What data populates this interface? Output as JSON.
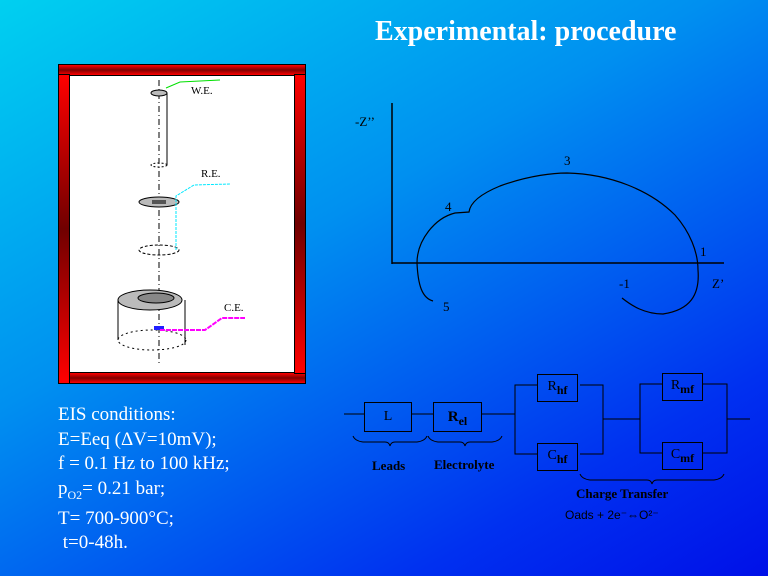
{
  "title": "Experimental: procedure",
  "cell": {
    "we": "W.E.",
    "re": "R.E.",
    "ce": "C.E."
  },
  "conditions": [
    "EIS conditions:",
    "E=Eeq (ΔV=10mV);",
    "f = 0.1 Hz to 100 kHz;",
    "p",
    "O2",
    "= 0.21 bar;",
    "T= 700-900°C;",
    " t=0-48h."
  ],
  "nyquist": {
    "ylabel": "-Z’’",
    "xlabel": "Z’",
    "points": [
      "1",
      "-1",
      "3",
      "4",
      "5"
    ]
  },
  "circuit": {
    "L": "L",
    "Rel": "R",
    "Rel_sub": "el",
    "Rhf": "R",
    "Rhf_sub": "hf",
    "Chf": "C",
    "Chf_sub": "hf",
    "Rmf": "R",
    "Rmf_sub": "mf",
    "Cmf": "C",
    "Cmf_sub": "mf",
    "leads": "Leads",
    "electrolyte": "Electrolyte",
    "charge_transfer": "Charge Transfer",
    "reaction": "Oads + 2e⁻⇔O²⁻"
  }
}
